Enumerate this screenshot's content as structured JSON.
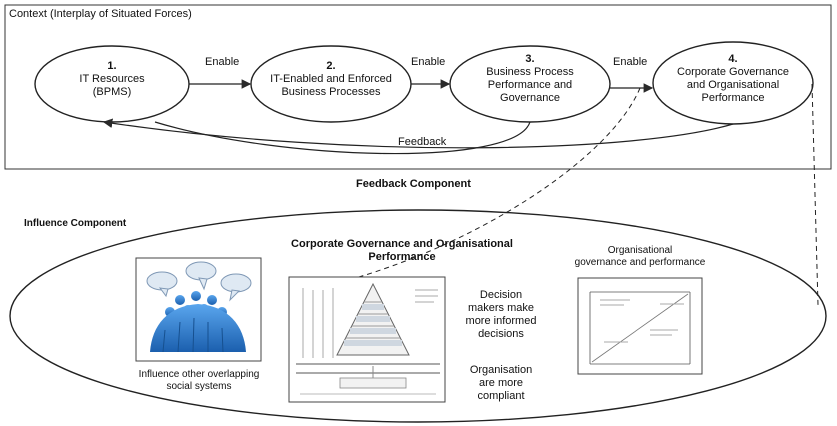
{
  "context_label": "Context (Interplay of Situated Forces)",
  "stages": [
    {
      "number": "1.",
      "lines": [
        "IT Resources",
        "(BPMS)"
      ]
    },
    {
      "number": "2.",
      "lines": [
        "IT-Enabled and Enforced",
        "Business Processes"
      ]
    },
    {
      "number": "3.",
      "lines": [
        "Business Process",
        "Performance and",
        "Governance"
      ]
    },
    {
      "number": "4.",
      "lines": [
        "Corporate Governance",
        "and Organisational",
        "Performance"
      ]
    }
  ],
  "enable_labels": [
    "Enable",
    "Enable",
    "Enable"
  ],
  "feedback_label": "Feedback",
  "feedback_component_label": "Feedback Component",
  "influence_component_label": "Influence Component",
  "influence_title_lines": [
    "Corporate Governance and Organisational",
    "Performance"
  ],
  "social_caption_lines": [
    "Influence other overlapping",
    "social systems"
  ],
  "decision_lines": [
    "Decision",
    "makers make",
    "more informed",
    "decisions"
  ],
  "compliance_lines": [
    "Organisation",
    "are more",
    "compliant"
  ],
  "governance_caption_lines": [
    "Organisational",
    "governance and performance"
  ],
  "colors": {
    "line": "#2a2a2a",
    "people_blue": "#2a7fd4",
    "bubble": "#dfe9f3"
  }
}
